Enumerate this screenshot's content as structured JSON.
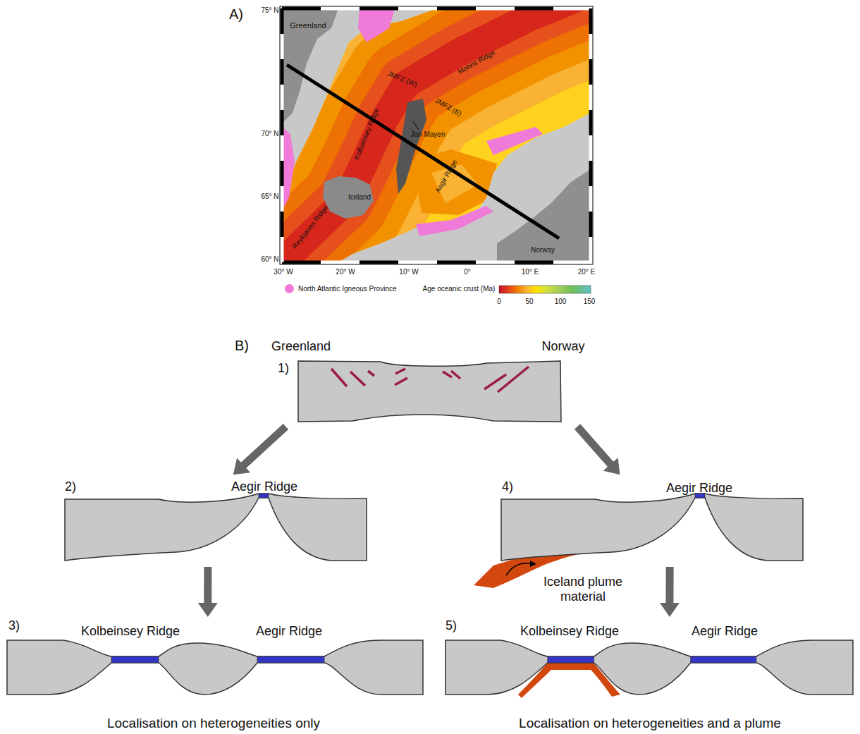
{
  "diagram": {
    "nodes": [
      {
        "text": [
          "1)"
        ]
      },
      {
        "text": [
          "2)",
          "Aegir Ridge"
        ]
      },
      {
        "text": [
          "3)",
          "Kolbeinsey Ridge",
          "Aegir Ridge"
        ]
      },
      {
        "text": [
          "4)",
          "Aegir Ridge"
        ]
      },
      {
        "text": [
          "5)",
          "Kolbeinsey Ridge",
          "Aegir Ridge"
        ]
      }
    ],
    "edges": [
      {
        "from": 0,
        "to": 1,
        "arrow": "to"
      },
      {
        "from": 0,
        "to": 3,
        "arrow": "to"
      },
      {
        "from": 1,
        "to": 2,
        "arrow": "to"
      },
      {
        "from": 3,
        "to": 4,
        "arrow": "to"
      }
    ],
    "labels": [
      "A)",
      "75° N",
      "70° N",
      "65° N",
      "60° N",
      "30° W",
      "20° W",
      "10° W",
      "0°",
      "10° E",
      "20° E",
      "Greenland",
      "Mohns Ridge",
      "JMFZ (W)",
      "JMFZ (E)",
      "Kolbeinsey Ridge",
      "Jan Mayen",
      "Iceland",
      "Aegir Ridge",
      "Reykjanes Ridge",
      "Norway",
      "Age oceanic crust (Ma)",
      "0",
      "50",
      "100",
      "150",
      "B)",
      "Greenland",
      "Norway",
      "Iceland plume material",
      "Localisation on heterogeneities only",
      "Localisation on heterogeneities and a plume"
    ],
    "legend": [
      {
        "text": "North Atlantic Igneous Province",
        "color": "#f07ad8"
      }
    ]
  }
}
